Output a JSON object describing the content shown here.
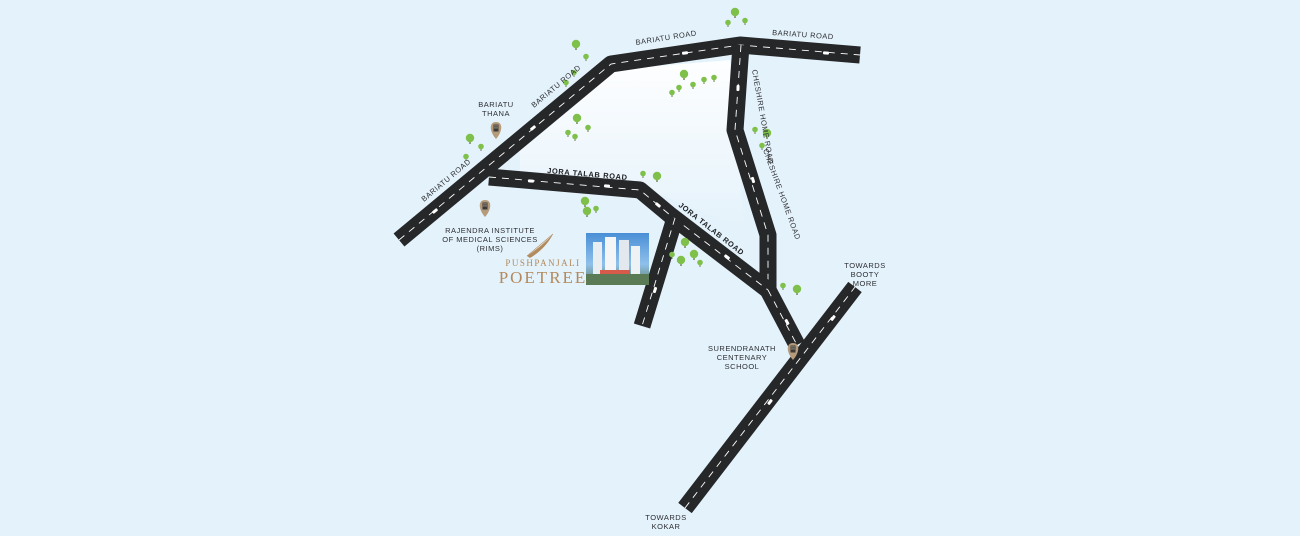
{
  "colors": {
    "background": "#e4f2fb",
    "road": "#252729",
    "tree": "#7ec04a",
    "pin": "#b59b7a",
    "brand": "#b38a5c"
  },
  "roads": {
    "bariatu_1": "BARIATU ROAD",
    "bariatu_2": "BARIATU ROAD",
    "bariatu_3": "BARIATU ROAD",
    "bariatu_4": "BARIATU ROAD",
    "jora_1": "JORA TALAB ROAD",
    "jora_2": "JORA TALAB ROAD",
    "cheshire_1": "CHESHIRE HOME ROAD",
    "cheshire_2": "CHESHIRE HOME ROAD"
  },
  "landmarks": {
    "bariatu_thana": [
      "BARIATU",
      "THANA"
    ],
    "rims": [
      "RAJENDRA INSTITUTE",
      "OF MEDICAL SCIENCES",
      "(RIMS)"
    ],
    "school": [
      "SURENDRANATH",
      "CENTENARY",
      "SCHOOL"
    ],
    "booty_more": [
      "TOWARDS",
      "BOOTY",
      "MORE"
    ],
    "kokar": [
      "TOWARDS",
      "KOKAR"
    ]
  },
  "brand": {
    "small": "PUSHPANJALI",
    "big": "POETREE"
  },
  "icons": {
    "landmark_pin": "building-pin-icon",
    "tree": "tree-icon",
    "car": "car-icon",
    "project": "building-photo"
  }
}
